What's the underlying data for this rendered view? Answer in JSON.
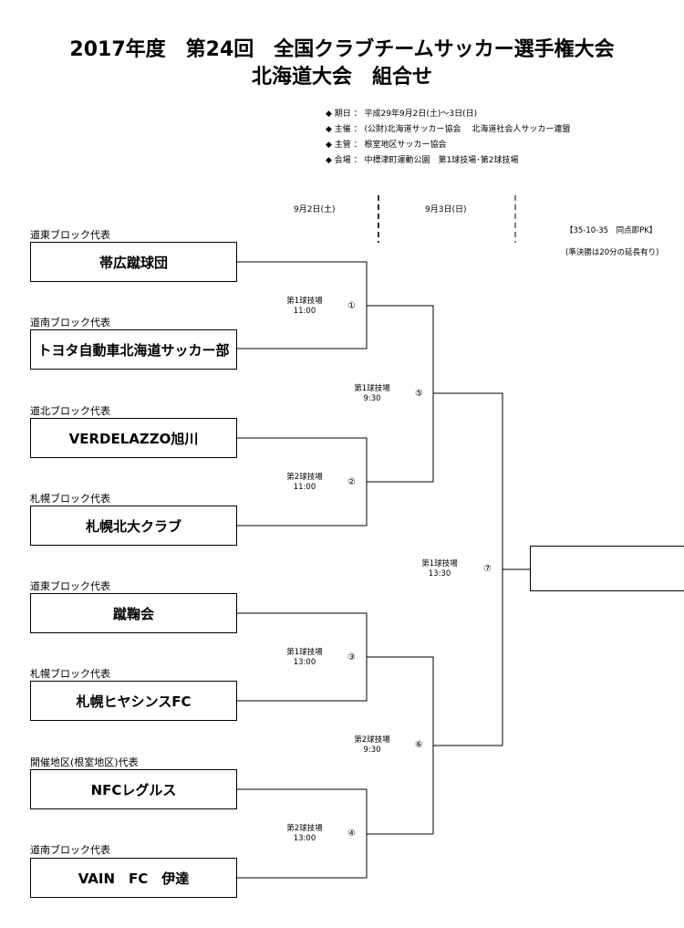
{
  "header": {
    "title": "2017年度　第24回　全国クラブチームサッカー選手権大会",
    "subtitle": "北海道大会　組合せ"
  },
  "info": [
    "◆ 期日 ： 平成29年9月2日(土)～3日(日)",
    "◆ 主催 ： (公財)北海道サッカー協会　 北海道社会人サッカー連盟",
    "◆ 主管 ： 根室地区サッカー協会",
    "◆ 会場 ： 中標津町運動公園　第1球技場･第2球技場"
  ],
  "dates": {
    "day1": "9月2日(土)",
    "day2": "9月3日(日)"
  },
  "notes": {
    "pk_rule": "【35-10-35　同点即PK】",
    "extra_time": "(準決勝は20分の延長有り)"
  },
  "teams": [
    {
      "block": "道東ブロック代表",
      "name": "帯広蹴球団"
    },
    {
      "block": "道南ブロック代表",
      "name": "トヨタ自動車北海道サッカー部"
    },
    {
      "block": "道北ブロック代表",
      "name": "VERDELAZZO旭川"
    },
    {
      "block": "札幌ブロック代表",
      "name": "札幌北大クラブ"
    },
    {
      "block": "道東ブロック代表",
      "name": "蹴鞠会"
    },
    {
      "block": "札幌ブロック代表",
      "name": "札幌ヒヤシンスFC"
    },
    {
      "block": "開催地区(根室地区)代表",
      "name": "NFCレグルス"
    },
    {
      "block": "道南ブロック代表",
      "name": "VAIN　FC　伊達"
    }
  ],
  "matches": [
    {
      "num": "①",
      "venue": "第1球技場",
      "time": "11:00"
    },
    {
      "num": "②",
      "venue": "第2球技場",
      "time": "11:00"
    },
    {
      "num": "③",
      "venue": "第1球技場",
      "time": "13:00"
    },
    {
      "num": "④",
      "venue": "第2球技場",
      "time": "13:00"
    },
    {
      "num": "⑤",
      "venue": "第1球技場",
      "time": "9:30"
    },
    {
      "num": "⑥",
      "venue": "第2球技場",
      "time": "9:30"
    },
    {
      "num": "⑦",
      "venue": "第1球技場",
      "time": "13:30"
    }
  ]
}
